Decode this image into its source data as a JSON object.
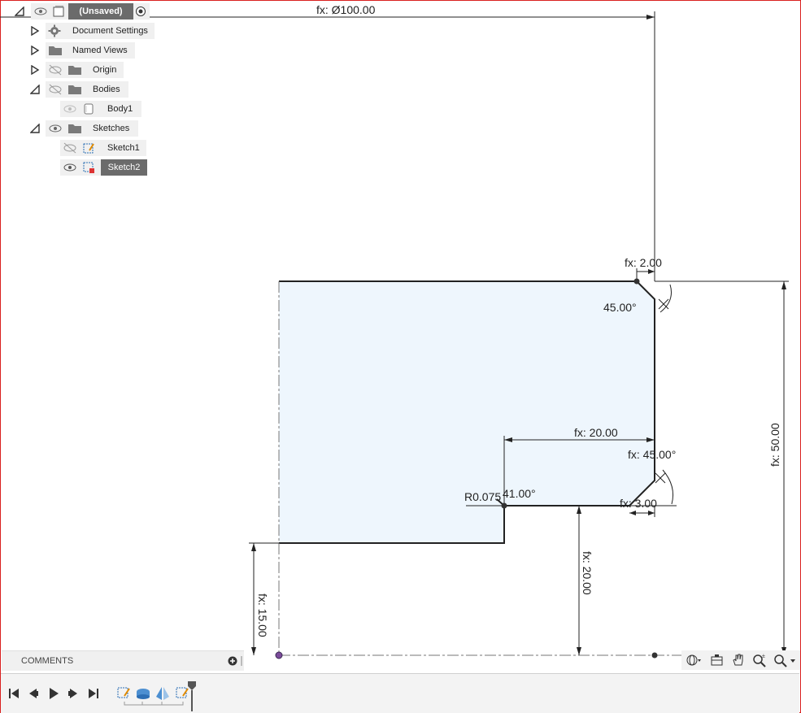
{
  "browser": {
    "root": {
      "label": "(Unsaved)"
    },
    "items": [
      {
        "label": "Document Settings"
      },
      {
        "label": "Named Views"
      },
      {
        "label": "Origin"
      },
      {
        "label": "Bodies"
      },
      {
        "label": "Body1"
      },
      {
        "label": "Sketches"
      },
      {
        "label": "Sketch1"
      },
      {
        "label": "Sketch2"
      }
    ]
  },
  "dimensions": {
    "diameter": "fx: Ø100.00",
    "chamfer_top_width": "fx: 2.00",
    "chamfer_top_angle": "45.00°",
    "step_width": "fx: 20.00",
    "chamfer_bottom_angle": "fx: 45.00°",
    "fillet": "R0.075",
    "fillet_angle": "41.00°",
    "chamfer_bottom_width": "fx: 3.00",
    "height_total": "fx: 50.00",
    "height_step": "fx: 20.00",
    "height_bottom": "fx: 15.00"
  },
  "comments": {
    "label": "COMMENTS"
  },
  "icons": {
    "expand": "triangle-right-icon",
    "collapse": "triangle-down-icon",
    "visibility": "eye-icon",
    "folder": "folder-icon",
    "settings": "gear-icon"
  },
  "colors": {
    "profile_fill": "#eef6fd",
    "selected_item": "#6b6b6b",
    "frame_border": "#d9201f"
  }
}
